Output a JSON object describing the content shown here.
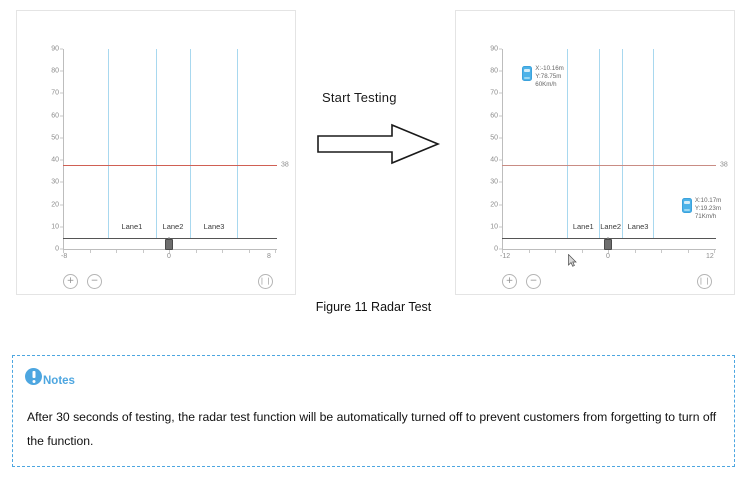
{
  "figure": {
    "caption": "Figure 11   Radar Test",
    "transition_label": "Start Testing",
    "arrow_icon": "right-arrow-icon"
  },
  "chart_data": [
    {
      "id": "before",
      "type": "line",
      "title": "",
      "xlabel": "",
      "ylabel": "",
      "xlim": [
        -8,
        8
      ],
      "ylim": [
        0,
        90
      ],
      "yticks": [
        0,
        10,
        20,
        30,
        40,
        50,
        60,
        70,
        80,
        90
      ],
      "xtick_labels": [
        "-8",
        "8"
      ],
      "grid": false,
      "legend": "none",
      "threshold": {
        "value": 38,
        "label": "38",
        "color": "#d06054"
      },
      "road_line_y": 5,
      "lane_boundaries_x": [
        -4.6,
        -1.0,
        1.6,
        5.1
      ],
      "lanes": [
        {
          "label": "Lane1",
          "center_x": -2.8,
          "y": 10
        },
        {
          "label": "Lane2",
          "center_x": 0.3,
          "y": 10
        },
        {
          "label": "Lane3",
          "center_x": 3.4,
          "y": 10
        }
      ],
      "vehicles": [],
      "slider": {
        "value": "0",
        "min": -8,
        "max": 8,
        "position": 0
      }
    },
    {
      "id": "after",
      "type": "line",
      "title": "",
      "xlabel": "",
      "ylabel": "",
      "xlim": [
        -12,
        12
      ],
      "ylim": [
        0,
        90
      ],
      "yticks": [
        0,
        10,
        20,
        30,
        40,
        50,
        60,
        70,
        80,
        90
      ],
      "xtick_labels": [
        "-12",
        "12"
      ],
      "grid": false,
      "legend": "none",
      "threshold": {
        "value": 38,
        "label": "38",
        "color": "#c98c84"
      },
      "road_line_y": 5,
      "lane_boundaries_x": [
        -4.6,
        -1.0,
        1.6,
        5.1
      ],
      "lanes": [
        {
          "label": "Lane1",
          "center_x": -2.8,
          "y": 10
        },
        {
          "label": "Lane2",
          "center_x": 0.3,
          "y": 10
        },
        {
          "label": "Lane3",
          "center_x": 3.4,
          "y": 10
        }
      ],
      "vehicles": [
        {
          "icon": "car-icon",
          "x_label": "X:-10.16m",
          "y_label": "Y:78.75m",
          "speed_label": "60Km/h",
          "x": -10.16,
          "y": 78.75,
          "speed": 60
        },
        {
          "icon": "car-icon",
          "x_label": "X:10.17m",
          "y_label": "Y:19.23m",
          "speed_label": "71Km/h",
          "x": 10.17,
          "y": 19.23,
          "speed": 71
        }
      ],
      "slider": {
        "value": "0",
        "min": -12,
        "max": 12,
        "position": 0
      }
    }
  ],
  "controls": {
    "zoom_in_label": "+",
    "zoom_out_label": "−",
    "pause_label": "❘❘"
  },
  "notes": {
    "icon": "exclamation-circle-icon",
    "title": "Notes",
    "body": "After 30 seconds of testing, the radar test function will be automatically turned off to prevent customers from forgetting to turn off the function.",
    "accent_color": "#4da6e0"
  }
}
